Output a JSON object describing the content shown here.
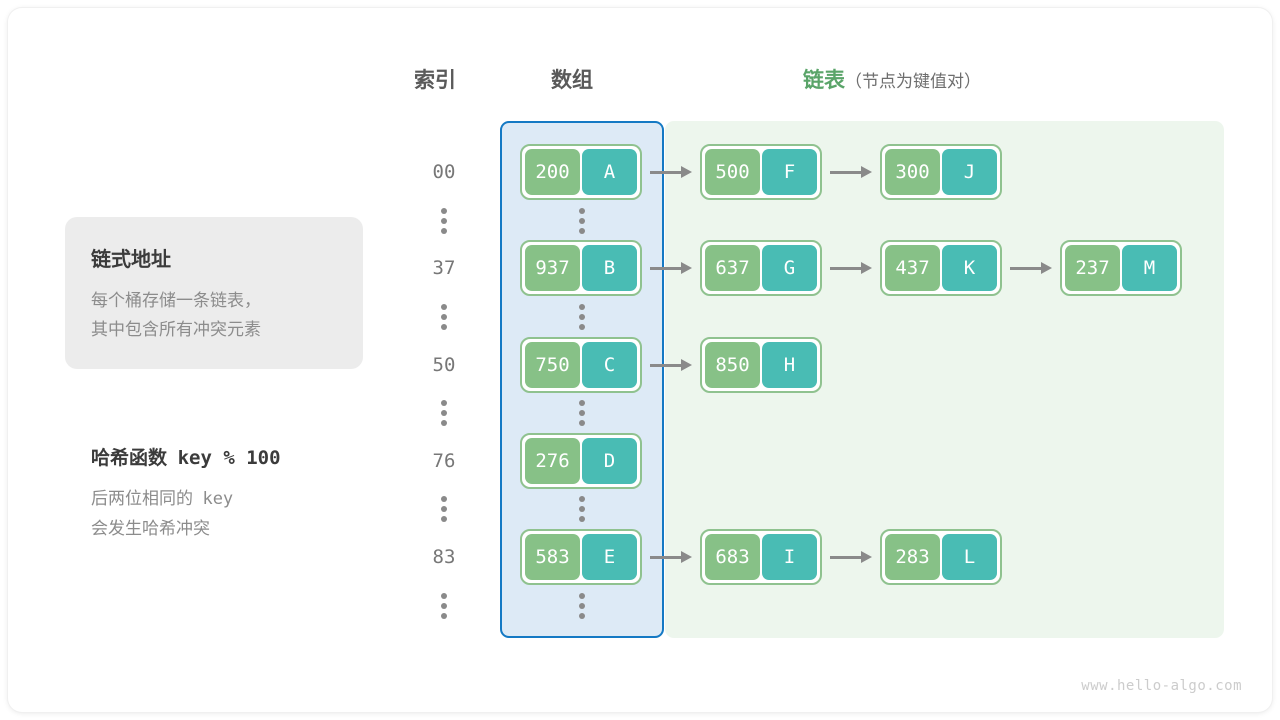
{
  "watermark": "www.hello-algo.com",
  "headers": {
    "index": "索引",
    "array": "数组",
    "list_main": "链表",
    "list_sub": "（节点为键值对）"
  },
  "colors": {
    "key_cell": "#87c187",
    "value_cell": "#49bcb4",
    "node_border": "#8fc28f",
    "array_panel_bg": "#ddeaf6",
    "array_panel_border": "#1479c4",
    "list_panel_bg": "#edf6ed",
    "accent_green": "#5aa469",
    "arrow": "#8a8a8a"
  },
  "note_box": {
    "title": "链式地址",
    "line1": "每个桶存储一条链表，",
    "line2": "其中包含所有冲突元素"
  },
  "hash_note": {
    "title_label": "哈希函数",
    "title_expr": "key % 100",
    "line1_a": "后两位相同的",
    "line1_b": "key",
    "line2": "会发生哈希冲突"
  },
  "ellipsis_icon": "vertical-ellipsis-icon",
  "rows": [
    {
      "index": "00",
      "bucket": {
        "key": "200",
        "value": "A"
      },
      "chain": [
        {
          "key": "500",
          "value": "F"
        },
        {
          "key": "300",
          "value": "J"
        }
      ]
    },
    {
      "index": "37",
      "bucket": {
        "key": "937",
        "value": "B"
      },
      "chain": [
        {
          "key": "637",
          "value": "G"
        },
        {
          "key": "437",
          "value": "K"
        },
        {
          "key": "237",
          "value": "M"
        }
      ]
    },
    {
      "index": "50",
      "bucket": {
        "key": "750",
        "value": "C"
      },
      "chain": [
        {
          "key": "850",
          "value": "H"
        }
      ]
    },
    {
      "index": "76",
      "bucket": {
        "key": "276",
        "value": "D"
      },
      "chain": []
    },
    {
      "index": "83",
      "bucket": {
        "key": "583",
        "value": "E"
      },
      "chain": [
        {
          "key": "683",
          "value": "I"
        },
        {
          "key": "283",
          "value": "L"
        }
      ]
    }
  ]
}
